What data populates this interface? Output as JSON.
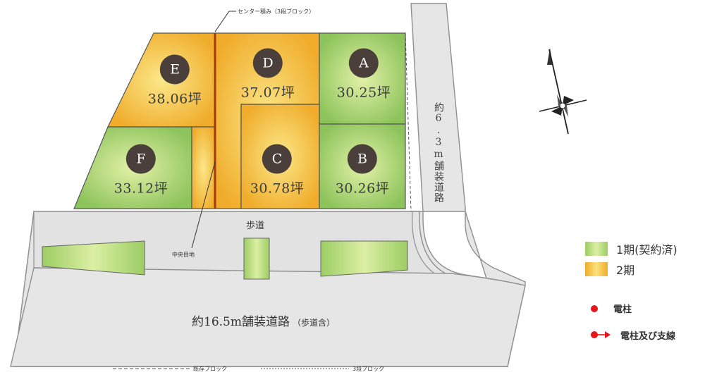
{
  "lots": [
    {
      "id": "E",
      "area": "38.06坪",
      "phase": "2"
    },
    {
      "id": "D",
      "area": "37.07坪",
      "phase": "2"
    },
    {
      "id": "A",
      "area": "30.25坪",
      "phase": "1"
    },
    {
      "id": "F",
      "area": "33.12坪",
      "phase": "1"
    },
    {
      "id": "C",
      "area": "30.78坪",
      "phase": "2"
    },
    {
      "id": "B",
      "area": "30.26坪",
      "phase": "1"
    }
  ],
  "labels": {
    "top_note": "センター積み（3段ブロック）",
    "median_note": "中央目地",
    "sidewalk": "歩道",
    "main_road": "約16.5m舗装道路",
    "main_road_note": "（歩道含）",
    "side_road": "約6.3m舗装道路"
  },
  "legend": {
    "phase1": "1期(契約済)",
    "phase2": "2期",
    "pole": "電柱",
    "pole_wire": "電柱及び支線"
  },
  "bottom_key": {
    "existing_block": "既存ブロック",
    "three_block": "3段ブロック"
  },
  "colors": {
    "phase1": "#a9d46f",
    "phase2": "#f2b93b",
    "pole": "#e3161b"
  }
}
